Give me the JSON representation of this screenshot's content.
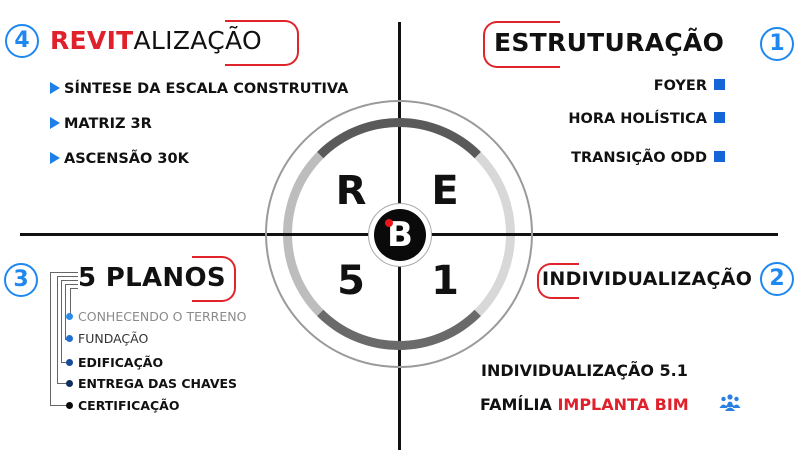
{
  "center": {
    "letters": {
      "top_left": "R",
      "top_right": "E",
      "bottom_left": "5",
      "bottom_right": "1"
    },
    "logo_text": "B",
    "logo_dot_color": "#e8161c"
  },
  "quadrants": {
    "revitalizacao": {
      "number": "4",
      "title_accent": "REVIT",
      "title_rest": "ALIZAÇÃO",
      "items": [
        "SÍNTESE DA ESCALA CONSTRUTIVA",
        "MATRIZ 3R",
        "ASCENSÃO 30K"
      ],
      "bullet_icon": "triangle-right-icon"
    },
    "estruturacao": {
      "number": "1",
      "title": "ESTRUTURAÇÃO",
      "items": [
        "FOYER",
        "HORA HOLÍSTICA",
        "TRANSIÇÃO ODD"
      ],
      "bullet_icon": "square-icon"
    },
    "planos": {
      "number": "3",
      "title": "5 PLANOS",
      "items": [
        {
          "label": "CONHECENDO O TERRENO",
          "dot_color": "#2a8be8"
        },
        {
          "label": "FUNDAÇÃO",
          "dot_color": "#1e6fcf"
        },
        {
          "label": "EDIFICAÇÃO",
          "dot_color": "#174a98"
        },
        {
          "label": "ENTREGA DAS CHAVES",
          "dot_color": "#112e5e"
        },
        {
          "label": "CERTIFICAÇÃO",
          "dot_color": "#0a0a0a"
        }
      ]
    },
    "individualizacao": {
      "number": "2",
      "title": "INDIVIDUALIZAÇÃO",
      "line1": "INDIVIDUALIZAÇÃO 5.1",
      "line2_prefix": "FAMÍLIA ",
      "line2_accent": "IMPLANTA BIM",
      "line2_icon": "people-group-icon"
    }
  },
  "colors": {
    "accent_red": "#e0202a",
    "accent_blue": "#1e88f0",
    "text": "#111111"
  }
}
